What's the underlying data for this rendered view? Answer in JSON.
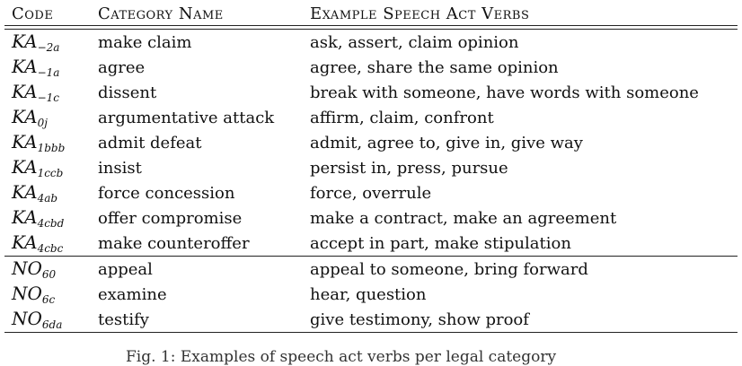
{
  "table": {
    "headers": {
      "code": "Code",
      "category": "Category Name",
      "verbs": "Example Speech Act Verbs"
    },
    "rows": [
      {
        "code_base": "KA",
        "code_sub": "−2a",
        "category": "make claim",
        "verbs": "ask, assert, claim opinion",
        "group_start": false
      },
      {
        "code_base": "KA",
        "code_sub": "−1a",
        "category": "agree",
        "verbs": "agree, share the same opinion",
        "group_start": false
      },
      {
        "code_base": "KA",
        "code_sub": "−1c",
        "category": "dissent",
        "verbs": "break with someone, have words with someone",
        "group_start": false
      },
      {
        "code_base": "KA",
        "code_sub": "0j",
        "category": "argumentative attack",
        "verbs": "affirm, claim, confront",
        "group_start": false
      },
      {
        "code_base": "KA",
        "code_sub": "1bbb",
        "category": "admit defeat",
        "verbs": "admit, agree to, give in, give way",
        "group_start": false
      },
      {
        "code_base": "KA",
        "code_sub": "1ccb",
        "category": "insist",
        "verbs": "persist in, press, pursue",
        "group_start": false
      },
      {
        "code_base": "KA",
        "code_sub": "4ab",
        "category": "force concession",
        "verbs": "force, overrule",
        "group_start": false
      },
      {
        "code_base": "KA",
        "code_sub": "4cbd",
        "category": "offer compromise",
        "verbs": "make a contract, make an agreement",
        "group_start": false
      },
      {
        "code_base": "KA",
        "code_sub": "4cbc",
        "category": "make counteroffer",
        "verbs": "accept in part, make stipulation",
        "group_start": false
      },
      {
        "code_base": "NO",
        "code_sub": "60",
        "category": "appeal",
        "verbs": "appeal to someone, bring forward",
        "group_start": true
      },
      {
        "code_base": "NO",
        "code_sub": "6c",
        "category": "examine",
        "verbs": "hear, question",
        "group_start": false
      },
      {
        "code_base": "NO",
        "code_sub": "6da",
        "category": "testify",
        "verbs": "give testimony, show proof",
        "group_start": false
      }
    ]
  },
  "caption": "Fig. 1: Examples of speech act verbs per legal category"
}
